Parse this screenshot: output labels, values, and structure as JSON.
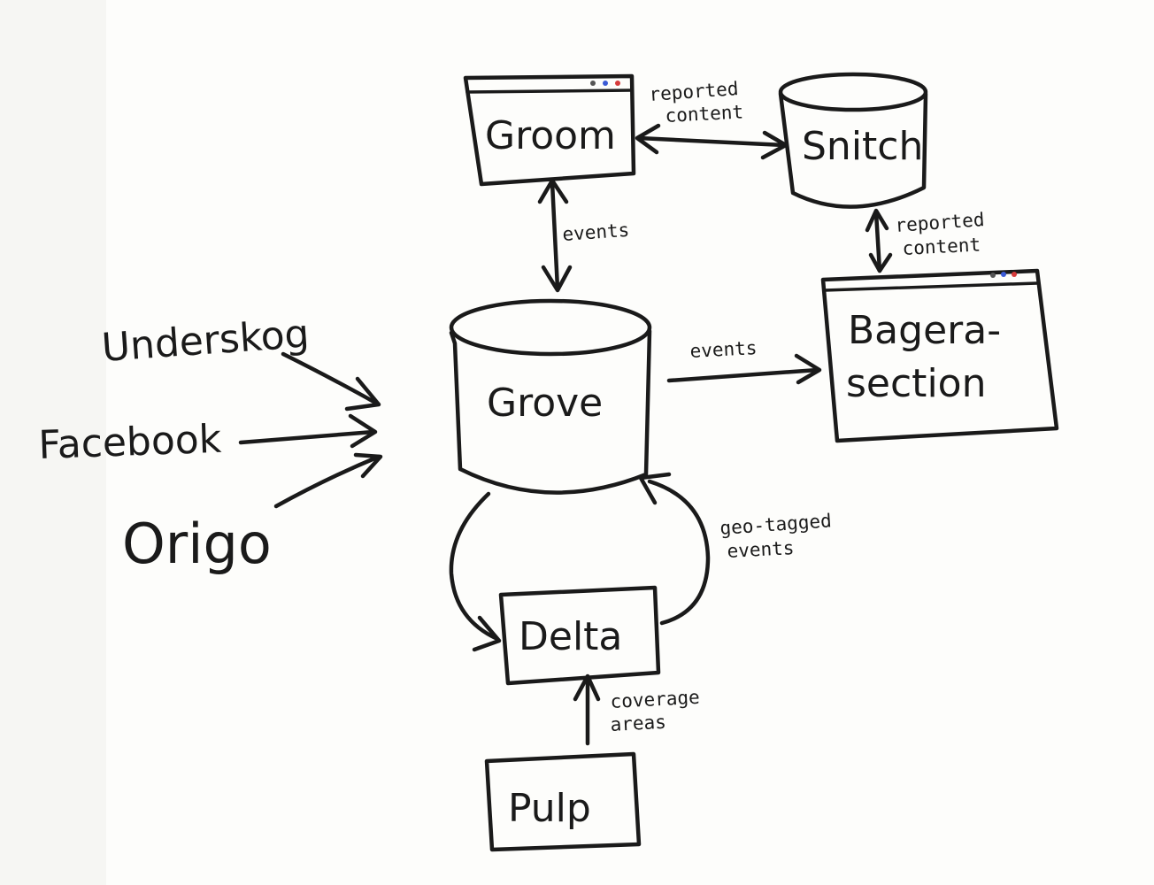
{
  "nodes": {
    "groom": {
      "label": "Groom",
      "shape": "browser-window",
      "dot_colors": [
        "#3b5bd6",
        "#d63b3b"
      ]
    },
    "snitch": {
      "label": "Snitch",
      "shape": "database"
    },
    "grove": {
      "label": "Grove",
      "shape": "database"
    },
    "bagera": {
      "label_line1": "Bagera-",
      "label_line2": "section",
      "shape": "browser-window",
      "dot_colors": [
        "#3b5bd6",
        "#d63b3b"
      ]
    },
    "delta": {
      "label": "Delta",
      "shape": "box"
    },
    "pulp": {
      "label": "Pulp",
      "shape": "box"
    }
  },
  "sources": {
    "underskog": {
      "label": "Underskog"
    },
    "facebook": {
      "label": "Facebook"
    },
    "origo": {
      "label": "Origo"
    }
  },
  "edges": {
    "groom_snitch": {
      "line1": "reported",
      "line2": "content",
      "direction": "bidirectional"
    },
    "snitch_bagera": {
      "line1": "reported",
      "line2": "content",
      "direction": "bidirectional"
    },
    "groom_grove": {
      "label": "events",
      "direction": "bidirectional"
    },
    "grove_bagera": {
      "label": "events",
      "direction": "forward"
    },
    "delta_grove": {
      "line1": "geo-tagged",
      "line2": "events",
      "direction": "forward"
    },
    "pulp_delta": {
      "line1": "coverage",
      "line2": "areas",
      "direction": "forward"
    },
    "grove_delta": {
      "direction": "forward"
    }
  }
}
